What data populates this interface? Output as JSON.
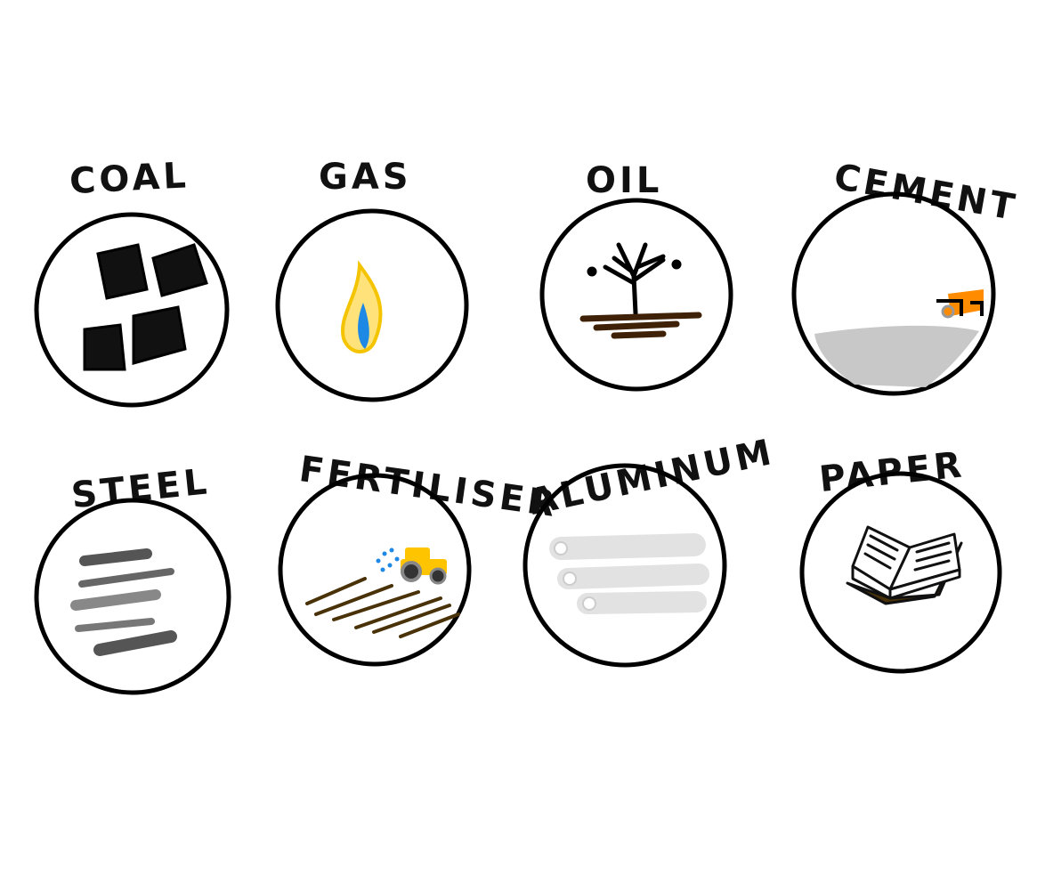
{
  "items": [
    {
      "label": "COAL",
      "icon": "coal-icon"
    },
    {
      "label": "GAS",
      "icon": "flame-icon",
      "colors": {
        "outer": "#FFD84A",
        "inner": "#1E88E5"
      }
    },
    {
      "label": "OIL",
      "icon": "oil-gusher-icon",
      "colors": {
        "ground": "#3E2106"
      }
    },
    {
      "label": "CEMENT",
      "icon": "cement-truck-icon",
      "colors": {
        "truck": "#FF8C00",
        "cement": "#C8C8C8"
      }
    },
    {
      "label": "STEEL",
      "icon": "steel-bars-icon"
    },
    {
      "label": "FERTILISER",
      "icon": "tractor-field-icon",
      "colors": {
        "tractor": "#FFC400",
        "spray": "#1E88E5",
        "rows": "#4A3208"
      }
    },
    {
      "label": "ALUMINUM",
      "icon": "aluminum-pipes-icon"
    },
    {
      "label": "PAPER",
      "icon": "book-icon",
      "colors": {
        "base": "#4A3208"
      }
    }
  ]
}
